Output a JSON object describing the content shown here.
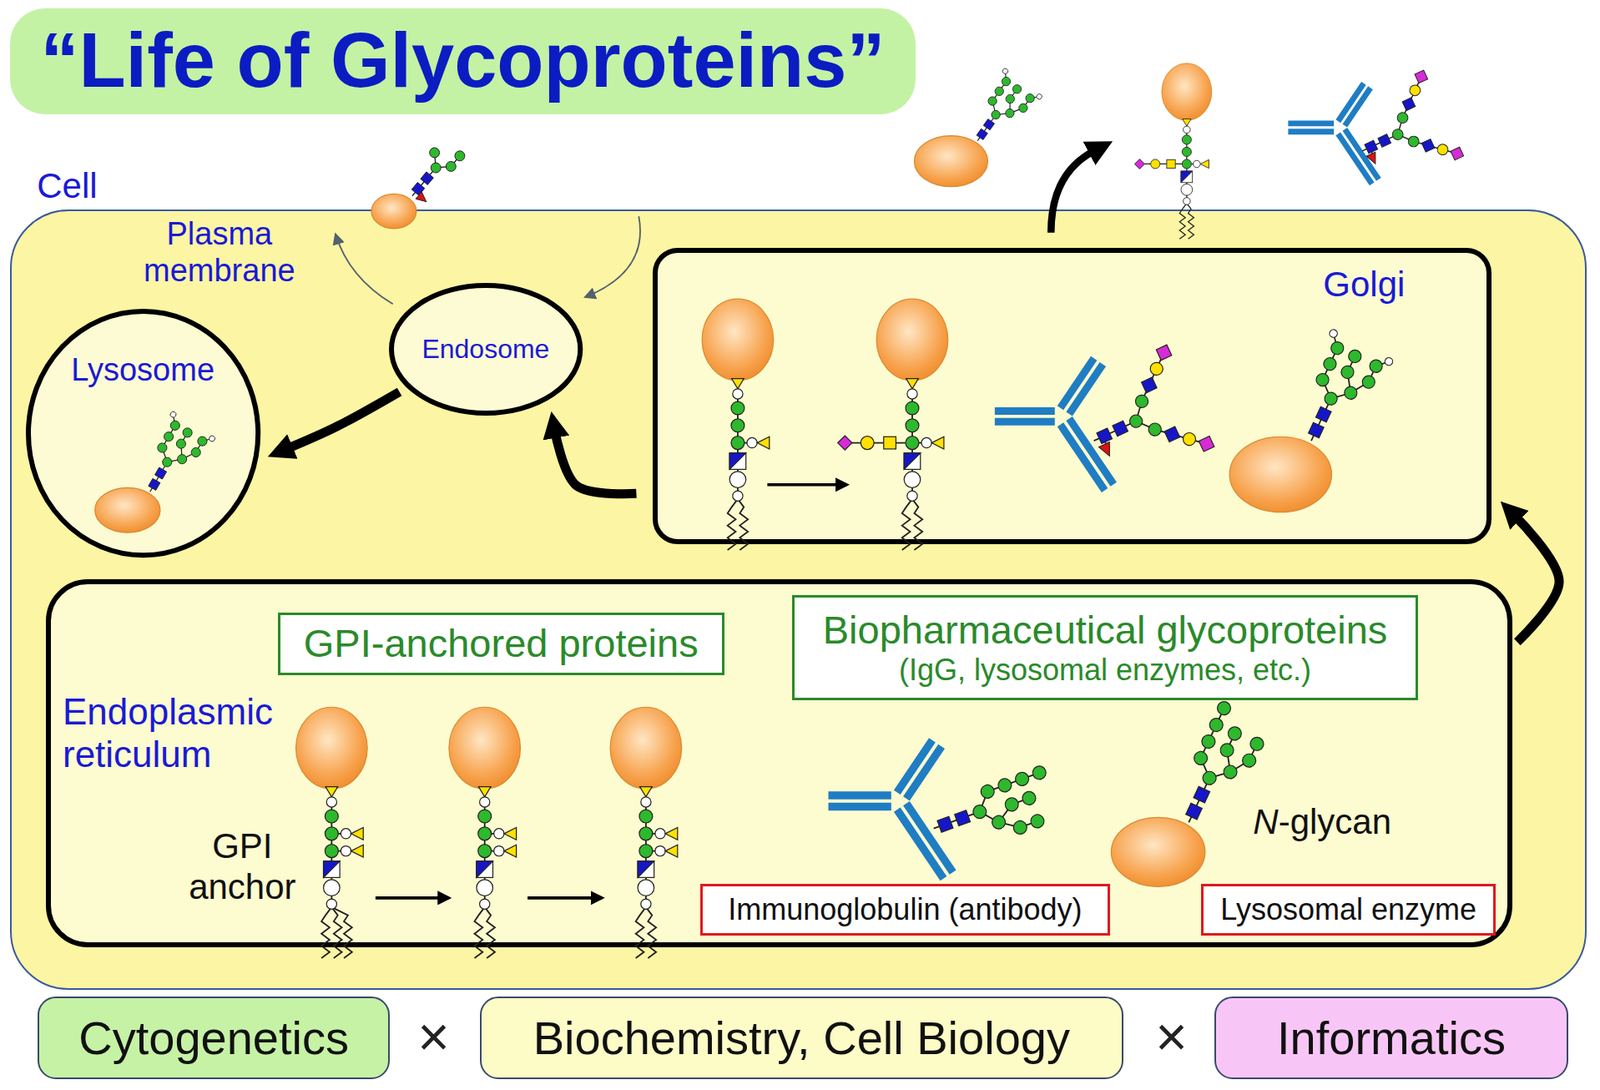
{
  "diagram": {
    "title": "“Life of Glycoproteins”",
    "nodes": [
      {
        "text": [
          "Cell"
        ]
      },
      {
        "text": [
          "Lysosome"
        ],
        "in": 0
      },
      {
        "text": [
          "Endosome"
        ],
        "in": 0
      },
      {
        "text": [
          "Golgi"
        ],
        "in": 0
      },
      {
        "text": [
          "Endoplasmic reticulum"
        ],
        "in": 0
      },
      {
        "text": [
          "GPI-anchored proteins"
        ],
        "in": 4
      },
      {
        "text": [
          "Biopharmaceutical glycoproteins",
          "(IgG, lysosomal enzymes, etc.)"
        ],
        "in": 4
      },
      {
        "text": [
          "Immunoglobulin (antibody)"
        ],
        "in": 4
      },
      {
        "text": [
          "Lysosomal enzyme"
        ],
        "in": 4
      },
      {
        "text": [
          "Cytogenetics"
        ]
      },
      {
        "text": [
          "Biochemistry, Cell Biology"
        ]
      },
      {
        "text": [
          "Informatics"
        ]
      }
    ],
    "edges": [
      {
        "from": 4,
        "to": 3,
        "arrow": "to"
      },
      {
        "from": 3,
        "to": 2,
        "arrow": "to"
      },
      {
        "from": 2,
        "to": 1,
        "arrow": "to"
      }
    ],
    "labels": [
      "Plasma membrane",
      "GPI anchor",
      "N-glycan",
      "×",
      "×"
    ]
  }
}
